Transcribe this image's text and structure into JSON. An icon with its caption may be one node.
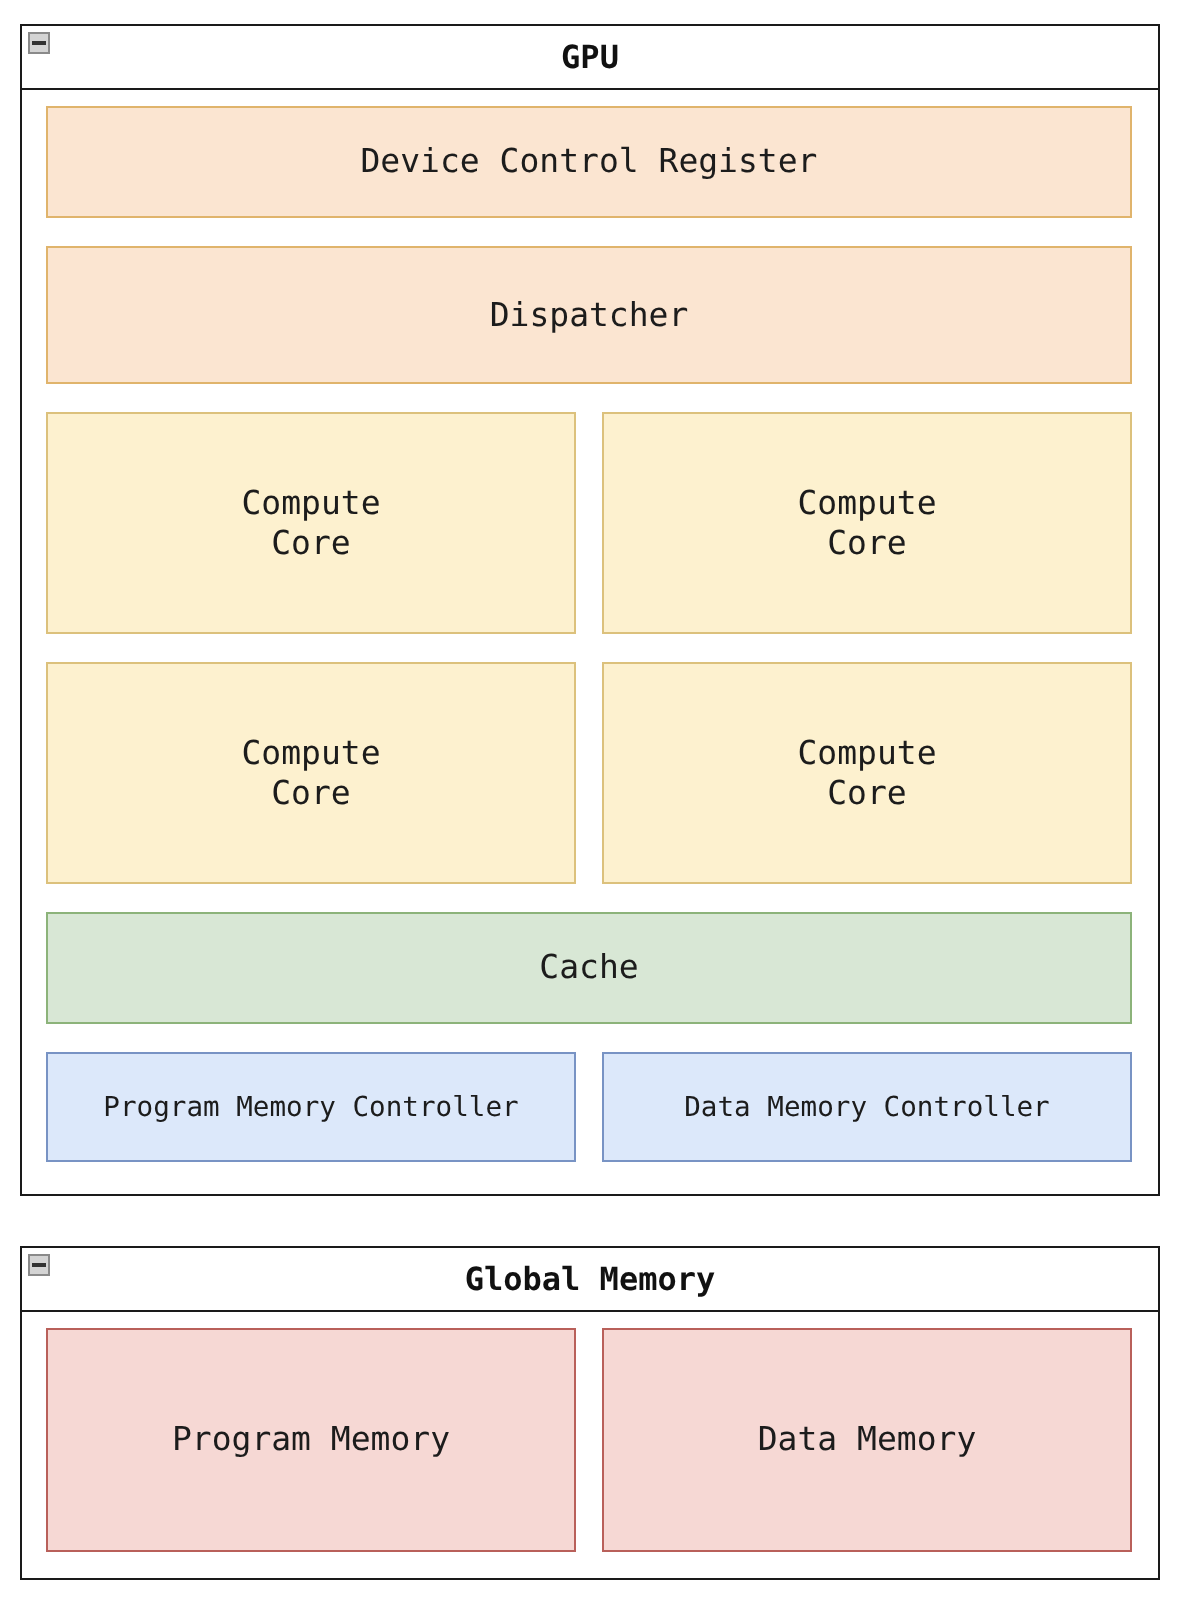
{
  "diagram": {
    "nodes": [
      {
        "text": [
          "GPU"
        ]
      },
      {
        "text": [
          "Device Control Register"
        ],
        "in": 0
      },
      {
        "text": [
          "Dispatcher"
        ],
        "in": 0
      },
      {
        "text": [
          "Compute Core"
        ],
        "in": 0
      },
      {
        "text": [
          "Compute Core"
        ],
        "in": 0
      },
      {
        "text": [
          "Compute Core"
        ],
        "in": 0
      },
      {
        "text": [
          "Compute Core"
        ],
        "in": 0
      },
      {
        "text": [
          "Cache"
        ],
        "in": 0
      },
      {
        "text": [
          "Program Memory Controller"
        ],
        "in": 0
      },
      {
        "text": [
          "Data Memory Controller"
        ],
        "in": 0
      },
      {
        "text": [
          "Global Memory"
        ]
      },
      {
        "text": [
          "Program Memory"
        ],
        "in": 10
      },
      {
        "text": [
          "Data Memory"
        ],
        "in": 10
      }
    ]
  }
}
